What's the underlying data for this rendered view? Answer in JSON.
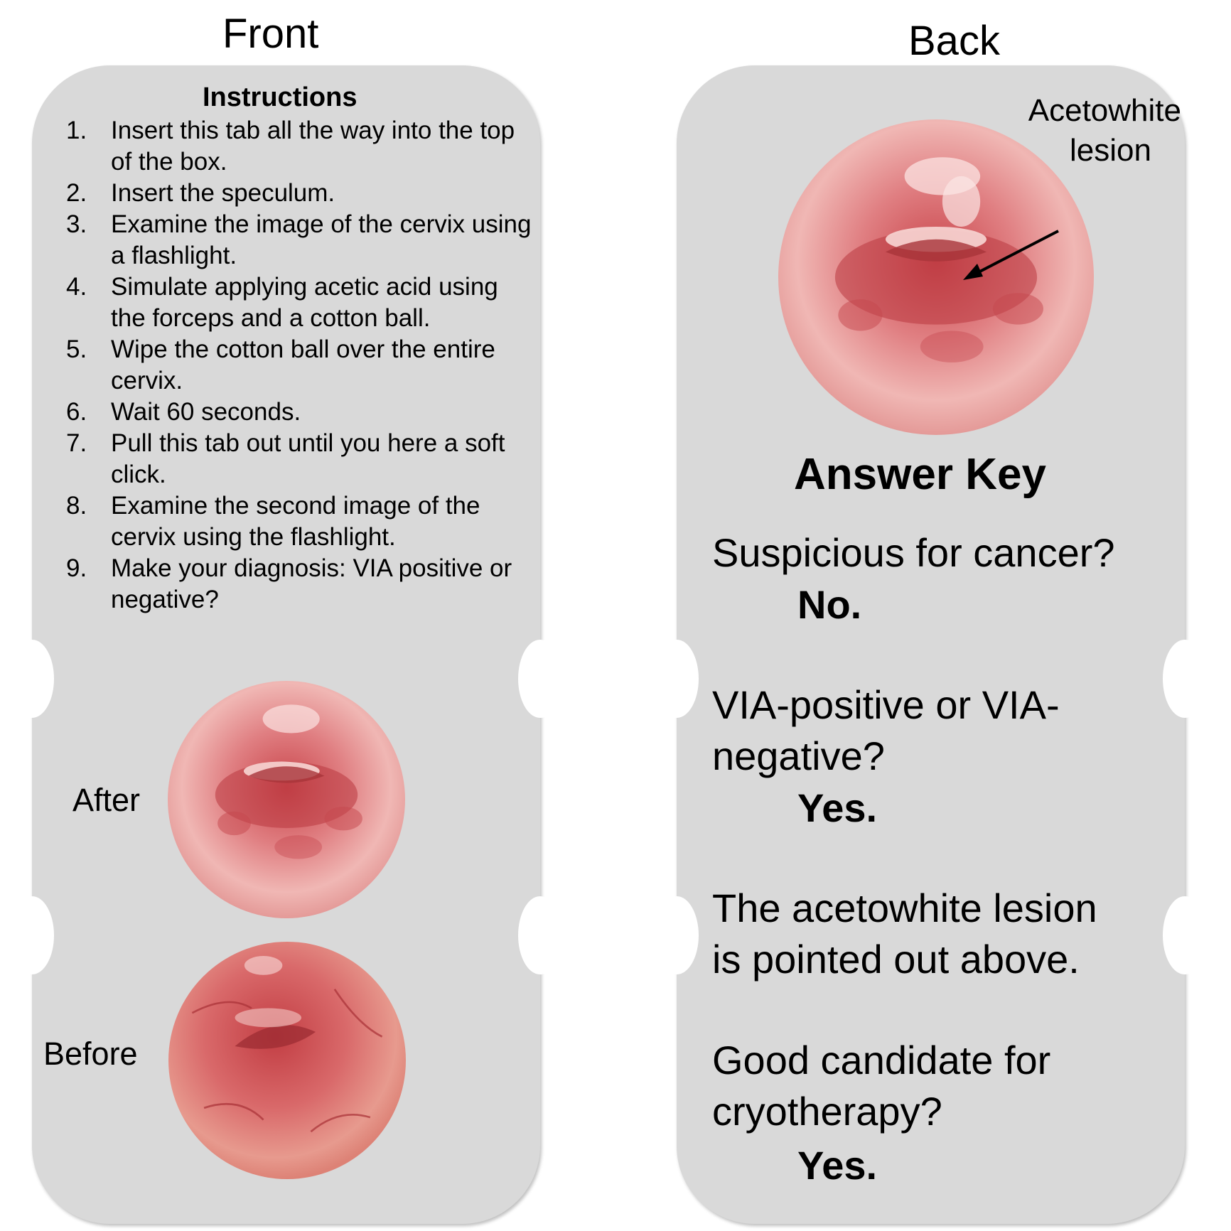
{
  "front": {
    "heading": "Front",
    "instructions_title": "Instructions",
    "instructions": [
      {
        "num": "1.",
        "text": "Insert this tab all the way into the top of the box."
      },
      {
        "num": "2.",
        "text": "Insert the speculum."
      },
      {
        "num": "3.",
        "text": "Examine the image of the cervix using a flashlight."
      },
      {
        "num": "4.",
        "text": "Simulate applying acetic acid using the forceps and a cotton ball."
      },
      {
        "num": "5.",
        "text": "Wipe the cotton ball over the entire cervix."
      },
      {
        "num": "6.",
        "text": "Wait 60 seconds."
      },
      {
        "num": "7.",
        "text": "Pull this tab out until you here a soft click."
      },
      {
        "num": "8.",
        "text": "Examine the second image of the cervix using the flashlight."
      },
      {
        "num": "9.",
        "text": "Make your diagnosis: VIA positive or negative?"
      }
    ],
    "after_label": "After",
    "before_label": "Before"
  },
  "back": {
    "heading": "Back",
    "annotation_line1": "Acetowhite",
    "annotation_line2": "lesion",
    "answer_key_title": "Answer Key",
    "q1_line1": "Suspicious for cancer?",
    "a1": "No.",
    "q2_line1": "VIA-positive or VIA-",
    "q2_line2": "negative?",
    "a2": "Yes.",
    "q3_line1": "The acetowhite lesion",
    "q3_line2": "is pointed out above.",
    "q4_line1": "Good candidate for",
    "q4_line2": "cryotherapy?",
    "a4": "Yes."
  },
  "colors": {
    "card_background": "#d9d9d9",
    "cervix_tissue": "#d9676a",
    "acetowhite": "#f2c2c2"
  }
}
